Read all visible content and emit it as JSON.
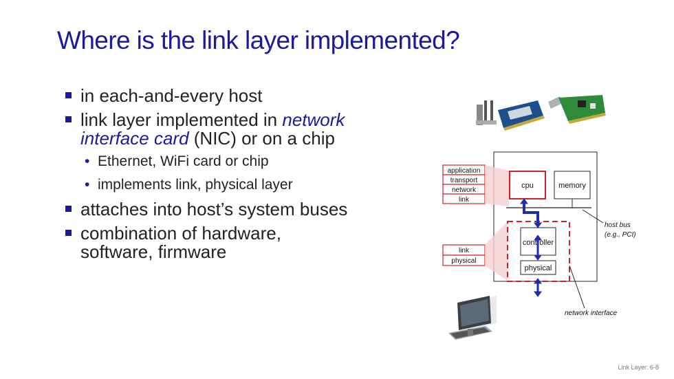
{
  "slide": {
    "title": "Where is the link layer implemented?",
    "bullets": [
      {
        "text": "in each-and-every host"
      },
      {
        "prefix": "link layer implemented in ",
        "emphasis": "network interface card",
        "suffix": " (NIC) or on a chip"
      },
      {
        "text": "Ethernet, WiFi card or chip"
      },
      {
        "text": "implements link, physical layer"
      },
      {
        "text": "attaches into host’s system buses"
      },
      {
        "text": "combination of hardware, software, firmware"
      }
    ],
    "footer": "Link Layer: 6-8"
  },
  "diagram": {
    "host_stack": [
      "application",
      "transport",
      "network",
      "link"
    ],
    "nic_stack": [
      "link",
      "physical"
    ],
    "boxes": {
      "cpu": "cpu",
      "memory": "memory",
      "controller": "controller",
      "physical": "physical"
    },
    "annotations": {
      "host_bus": [
        "host bus",
        "(e.g., PCI)"
      ],
      "network_interface": "network interface"
    },
    "colors": {
      "accent_red": "#d42020",
      "arrow_blue": "#1f2fa8",
      "title_blue": "#1a1a9e"
    }
  }
}
